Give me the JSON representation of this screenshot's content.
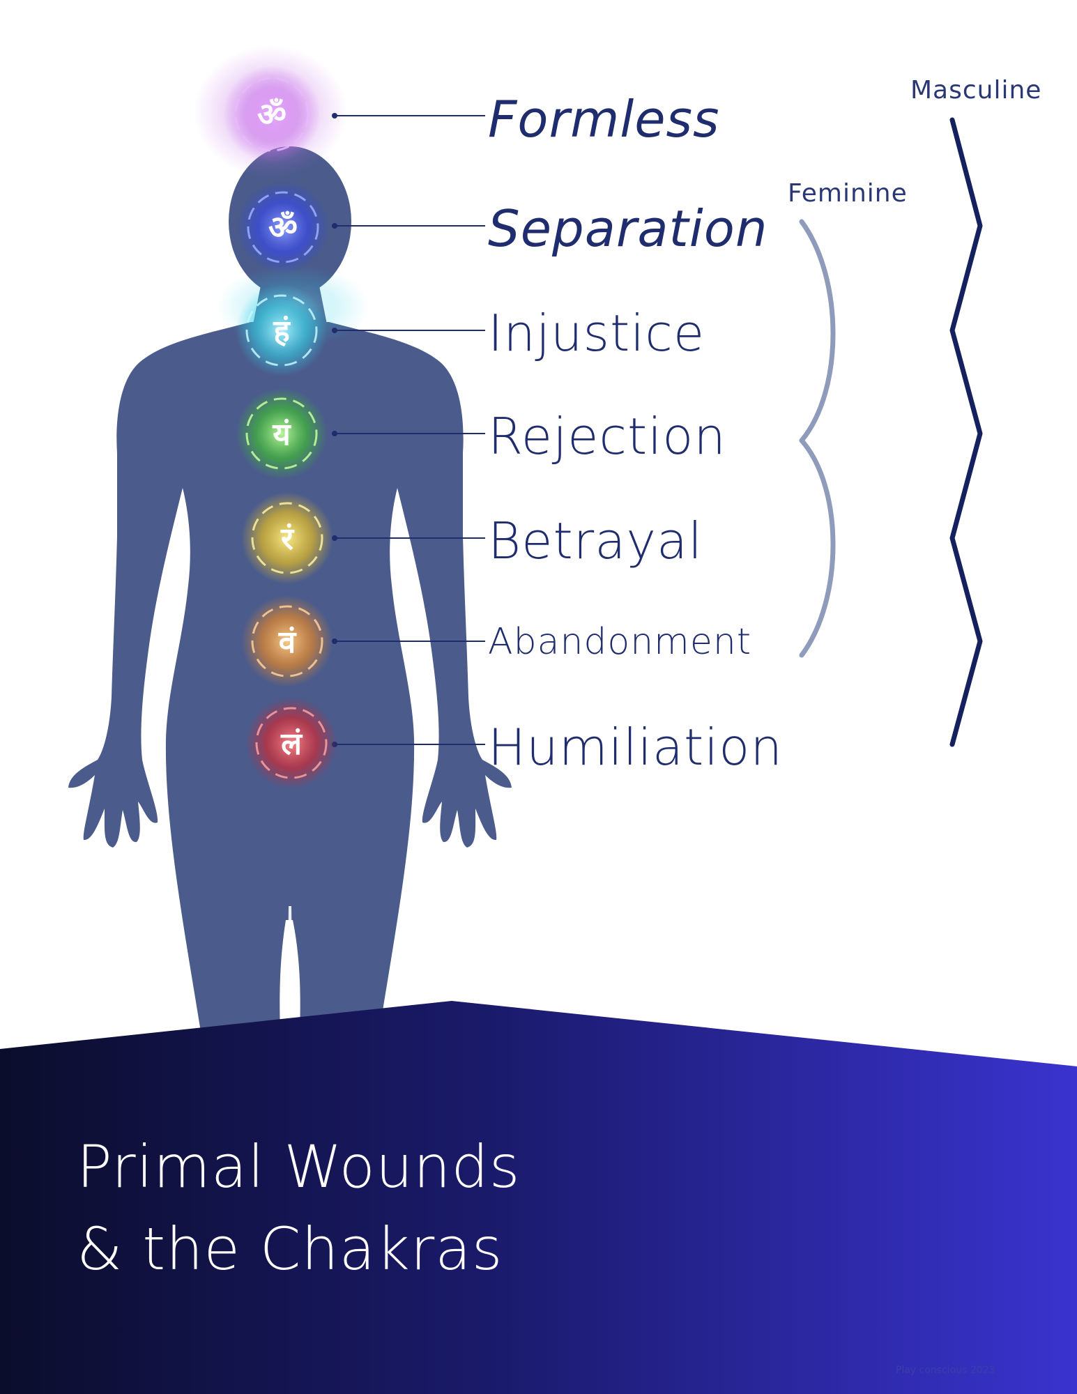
{
  "wounds": [
    {
      "label": "Formless",
      "glyph": "ॐ",
      "color": "#c774e8"
    },
    {
      "label": "Separation",
      "glyph": "ॐ",
      "color": "#4f63ff"
    },
    {
      "label": "Injustice",
      "glyph": "हं",
      "color": "#35d2e8"
    },
    {
      "label": "Rejection",
      "glyph": "यं",
      "color": "#4fd13c"
    },
    {
      "label": "Betrayal",
      "glyph": "रं",
      "color": "#f2c51b"
    },
    {
      "label": "Abandonment",
      "glyph": "वं",
      "color": "#f08a22"
    },
    {
      "label": "Humiliation",
      "glyph": "लं",
      "color": "#d9262e"
    }
  ],
  "brackets": {
    "feminine_label": "Feminine",
    "masculine_label": "Masculine"
  },
  "title": {
    "line1": "Primal Wounds",
    "line2": "& the Chakras"
  },
  "footer": "Play conscious 2023",
  "colors": {
    "silhouette": "#4a5b8c",
    "label_text": "#1f2c6e",
    "masculine_line": "#15215e",
    "feminine_line": "#8f9bbb",
    "banner_start": "#0b0d2c",
    "banner_end": "#3a33cf"
  }
}
